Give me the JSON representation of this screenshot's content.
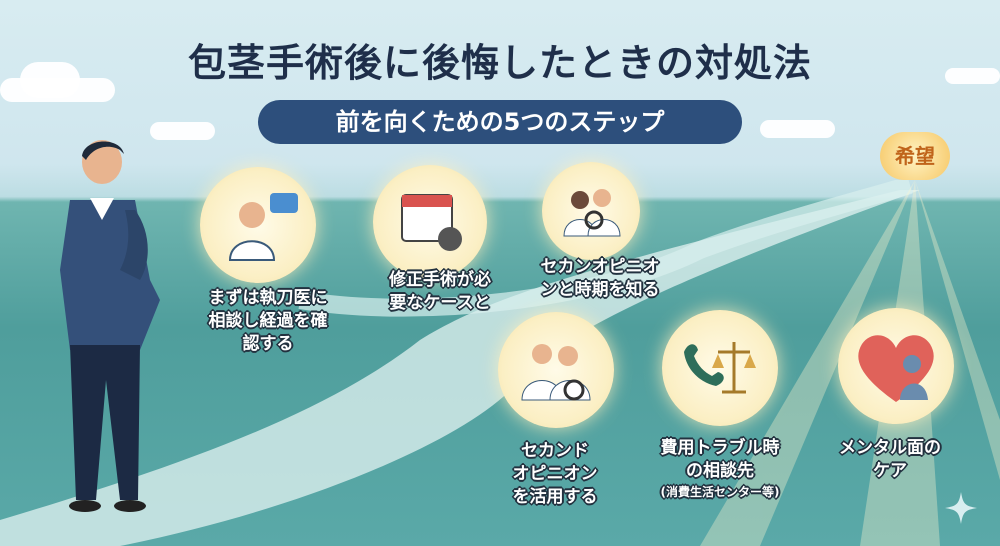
{
  "title": "包茎手術後に後悔したときの対処法",
  "subtitle": "前を向くための5つのステップ",
  "hope": "希望",
  "steps": [
    {
      "lines": [
        "まずは執刀医に",
        "相談し経過を確",
        "認する"
      ],
      "icon": "doctor-chat-icon"
    },
    {
      "lines": [
        "修正手術が必",
        "要なケースと"
      ],
      "icon": "calendar-gear-icon"
    },
    {
      "lines": [
        "セカンオピニオ",
        "ンと時期を知る"
      ],
      "icon": "doctors-magnifier-icon"
    },
    {
      "lines": [
        "セカンド",
        "オピニオン",
        "を活用する"
      ],
      "icon": "doctors-magnifier-icon"
    },
    {
      "lines": [
        "費用トラブル時",
        "の相談先"
      ],
      "note": "(消費生活センター等)",
      "icon": "phone-scales-icon"
    },
    {
      "lines": [
        "メンタル面の",
        "ケア"
      ],
      "icon": "heart-hug-icon"
    }
  ],
  "colors": {
    "title": "#1f2f4a",
    "pill": "#2d4f7c",
    "hope": "#c0641a",
    "sea": "#4f9e9c"
  }
}
